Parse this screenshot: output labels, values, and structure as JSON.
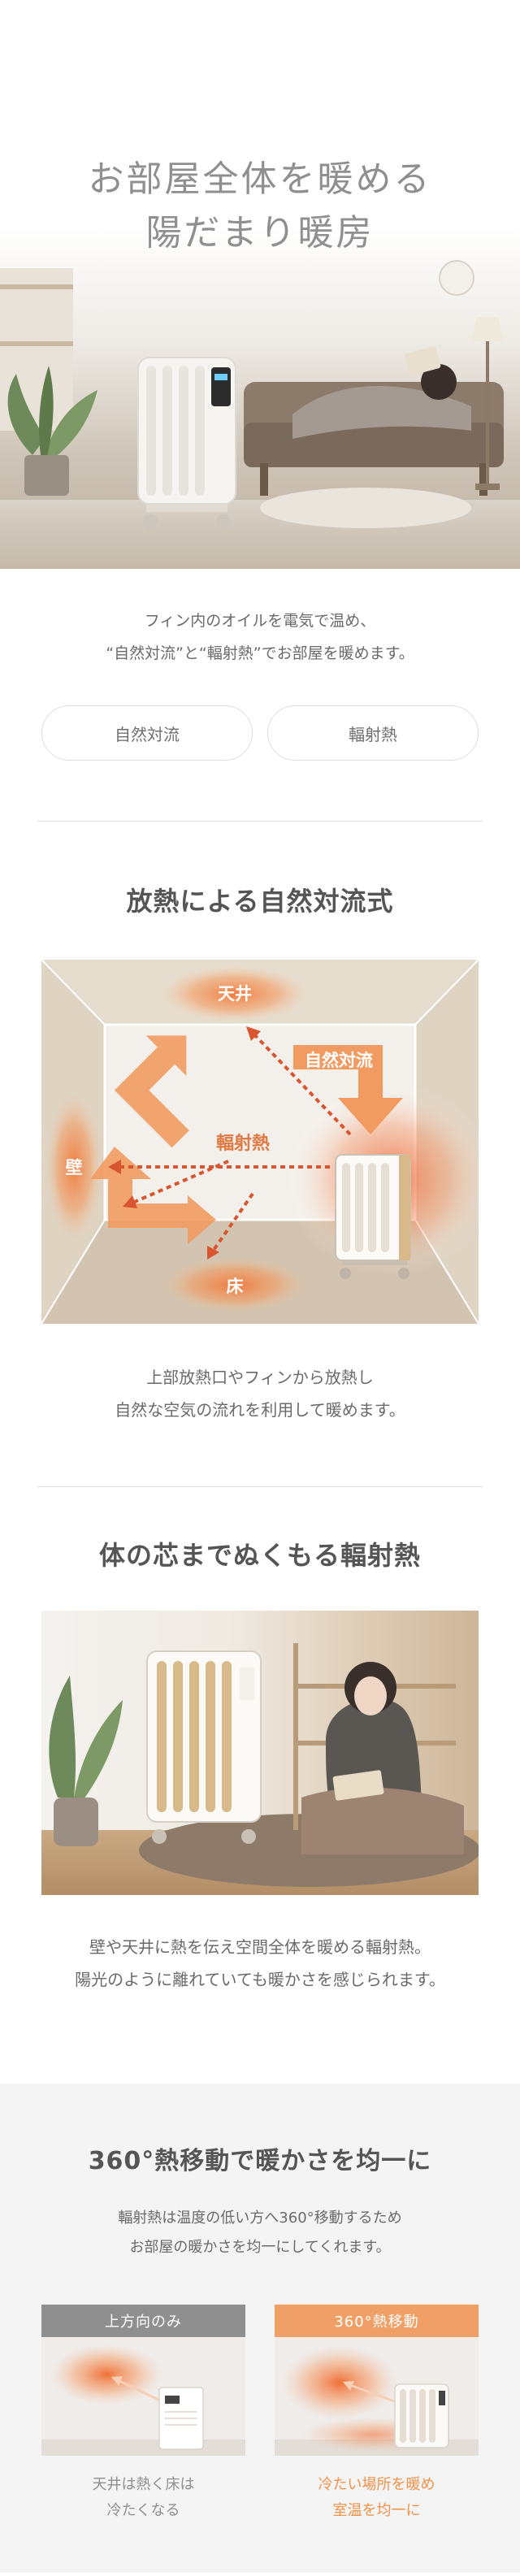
{
  "hero": {
    "title_line1": "お部屋全体を暖める",
    "title_line2": "陽だまり暖房"
  },
  "intro": {
    "line1": "フィン内のオイルを電気で温め、",
    "line2": "“自然対流”と“輻射熱”でお部屋を暖めます。",
    "pill_convection": "自然対流",
    "pill_radiant": "輻射熱"
  },
  "convection": {
    "title": "放熱による自然対流式",
    "label_ceiling": "天井",
    "label_natural": "自然対流",
    "label_radiant": "輻射熱",
    "label_wall": "壁",
    "label_floor": "床",
    "desc_line1": "上部放熱口やフィンから放熱し",
    "desc_line2": "自然な空気の流れを利用して暖めます。"
  },
  "radiant": {
    "title": "体の芯までぬくもる輻射熱",
    "desc_line1": "壁や天井に熱を伝え空間全体を暖める輻射熱。",
    "desc_line2": "陽光のように離れていても暖かさを感じられます。"
  },
  "spread": {
    "title": "360°熱移動で暖かさを均一に",
    "sub_line1": "輻射熱は温度の低い方へ360°移動するため",
    "sub_line2": "お部屋の暖かさを均一にしてくれます。",
    "left_head": "上方向のみ",
    "left_cap1": "天井は熱く床は",
    "left_cap2": "冷たくなる",
    "right_head": "360°熱移動",
    "right_cap1": "冷たい場所を暖め",
    "right_cap2": "室温を均一に"
  },
  "colors": {
    "accent_orange": "#f0a066",
    "text_grey": "#8f8f8f",
    "beige_room": "#d9cdbb"
  }
}
